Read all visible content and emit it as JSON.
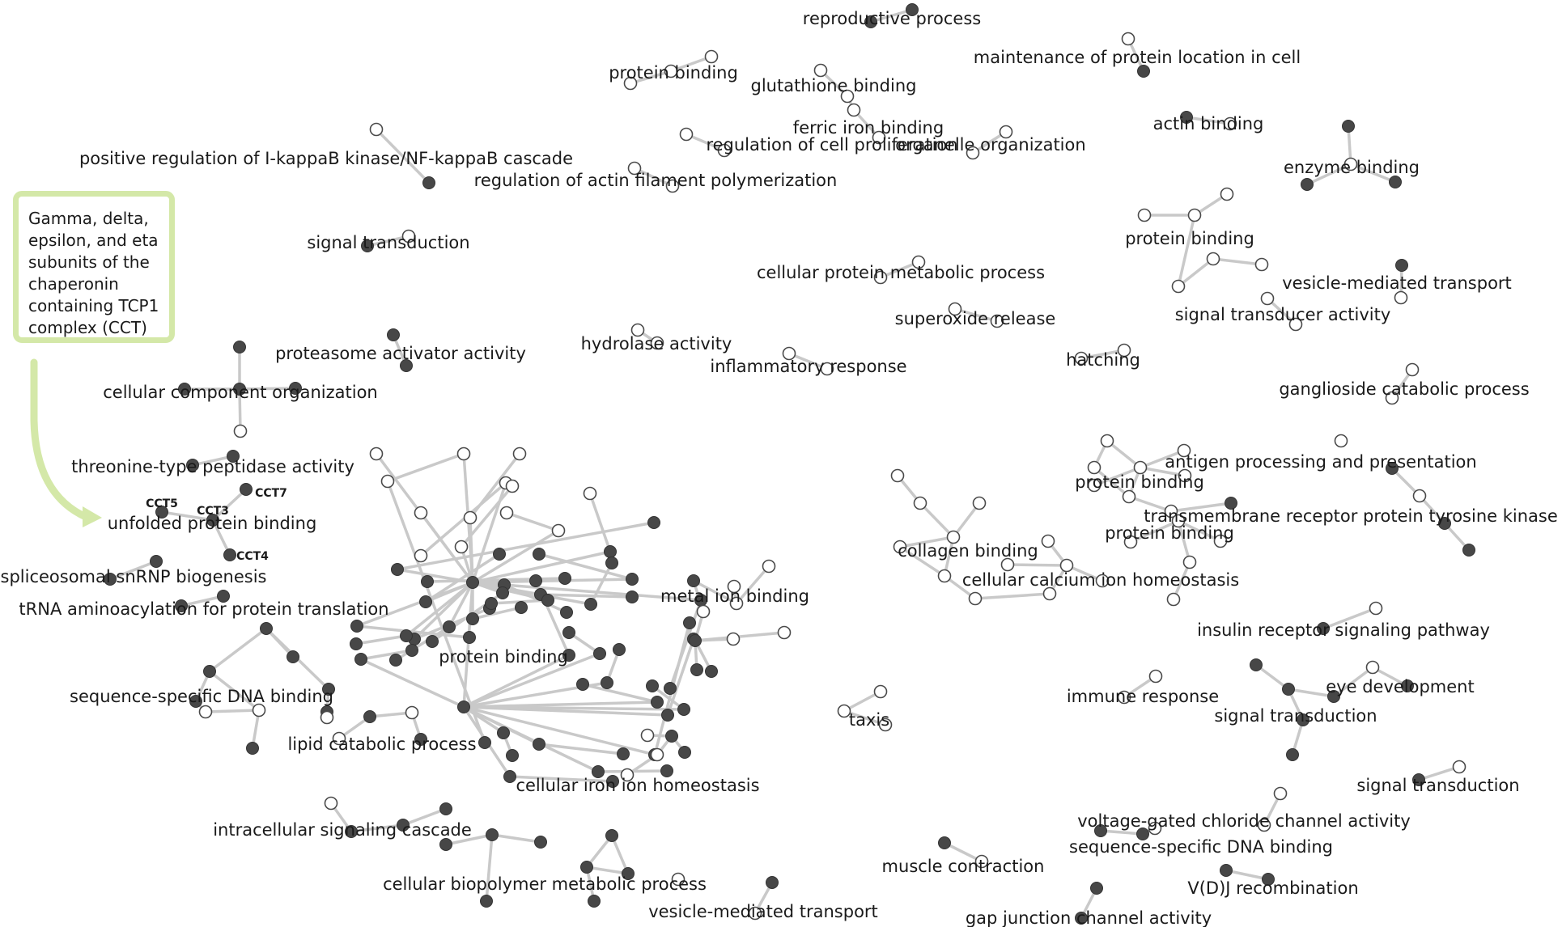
{
  "callout": {
    "lines": [
      "Gamma, delta,",
      "epsilon, and eta",
      "subunits of the",
      "chaperonin",
      "containing TCP1",
      "complex (CCT)"
    ]
  },
  "colors": {
    "filled_node": "#474747",
    "open_node": "#ffffff",
    "edge": "#c9c9c9",
    "callout_border": "#d4e8a8"
  },
  "labels": [
    "reproductive process",
    "maintenance of protein location in cell",
    "protein binding",
    "glutathione binding",
    "actin binding",
    "ferric iron binding",
    "regulation of cell proliferation",
    "organelle organization",
    "enzyme binding",
    "positive regulation of I-kappaB kinase/NF-kappaB cascade",
    "regulation of actin filament polymerization",
    "signal transduction",
    "protein binding",
    "cellular protein metabolic process",
    "vesicle-mediated transport",
    "signal transducer activity",
    "superoxide release",
    "hydrolase activity",
    "proteasome activator activity",
    "inflammatory response",
    "hatching",
    "ganglioside catabolic process",
    "cellular component organization",
    "antigen processing and presentation",
    "threonine-type peptidase activity",
    "protein binding",
    "transmembrane receptor protein tyrosine kinase",
    "protein binding",
    "unfolded protein binding",
    "collagen binding",
    "spliceosomal snRNP biogenesis",
    "cellular calcium ion homeostasis",
    "metal ion binding",
    "tRNA aminoacylation for protein translation",
    "insulin receptor signaling pathway",
    "protein binding",
    "eye development",
    "sequence-specific DNA binding",
    "immune response",
    "signal transduction",
    "taxis",
    "lipid catabolic process",
    "cellular iron ion homeostasis",
    "signal transduction",
    "voltage-gated chloride channel activity",
    "intracellular signaling cascade",
    "sequence-specific DNA binding",
    "muscle contraction",
    "cellular biopolymer metabolic process",
    "V(D)J recombination",
    "vesicle-mediated transport",
    "gap junction channel activity"
  ],
  "cct_labels": [
    "CCT5",
    "CCT3",
    "CCT7",
    "CCT4"
  ]
}
